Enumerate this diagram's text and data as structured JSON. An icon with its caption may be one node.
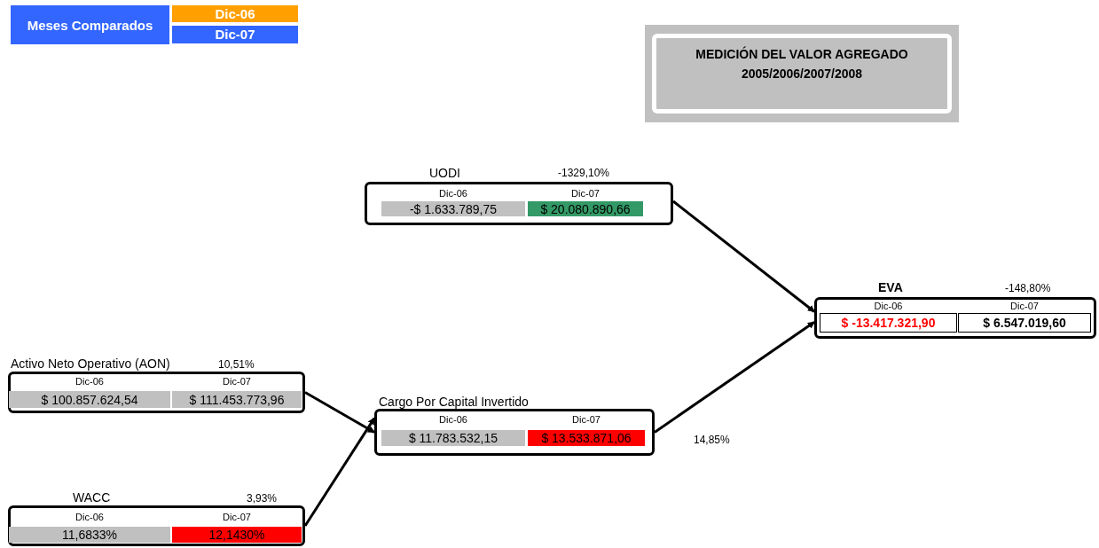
{
  "diagram": {
    "title": "MEDICIÓN DEL VALOR AGREGADO 2005/2006/2007/2008",
    "nodes": [
      {
        "text": [
          "UODI",
          "Dic-06",
          "Dic-07",
          "-$ 1.633.789,75",
          "$ 20.080.890,66"
        ],
        "beside": [
          "-1329,10%"
        ]
      },
      {
        "text": [
          "EVA",
          "Dic-06",
          "Dic-07",
          "$ -13.417.321,90",
          "$ 6.547.019,60"
        ],
        "beside": [
          "-148,80%"
        ]
      },
      {
        "text": [
          "Activo Neto Operativo (AON)",
          "Dic-06",
          "Dic-07",
          "$ 100.857.624,54",
          "$ 111.453.773,96"
        ],
        "beside": [
          "10,51%"
        ]
      },
      {
        "text": [
          "Cargo Por Capital Invertido",
          "Dic-06",
          "Dic-07",
          "$ 11.783.532,15",
          "$ 13.533.871,06"
        ],
        "beside": [
          "14,85%"
        ]
      },
      {
        "text": [
          "WACC",
          "Dic-06",
          "Dic-07",
          "11,6833%",
          "12,1430%"
        ],
        "beside": [
          "3,93%"
        ]
      }
    ],
    "edges": [
      {
        "from": 0,
        "to": 1,
        "arrow": "to"
      },
      {
        "from": 3,
        "to": 1,
        "arrow": "to"
      },
      {
        "from": 2,
        "to": 3,
        "arrow": "to"
      },
      {
        "from": 4,
        "to": 3,
        "arrow": "to"
      }
    ],
    "labels": [
      "Meses Comparados"
    ],
    "legend": [
      {
        "text": "Dic-06",
        "color": "#ffa000"
      },
      {
        "text": "Dic-07",
        "color": "#3366ff"
      }
    ]
  }
}
